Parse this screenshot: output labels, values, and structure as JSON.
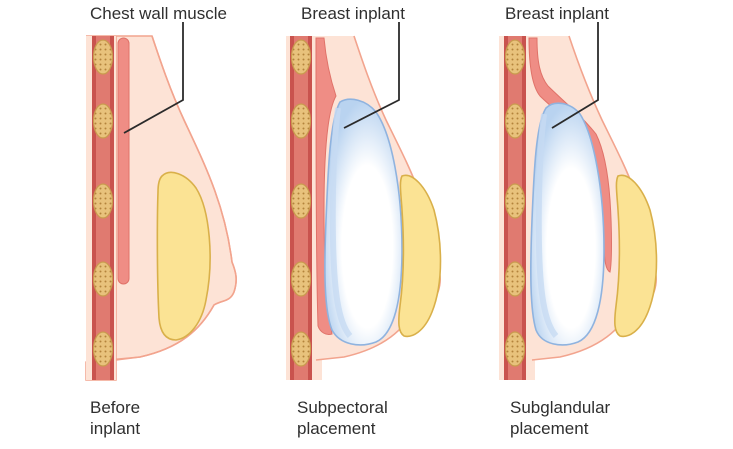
{
  "labels": {
    "chest_wall_muscle": "Chest wall muscle",
    "implant_subpectoral": "Breast inplant",
    "implant_subglandular": "Breast inplant"
  },
  "captions": {
    "before": "Before\ninplant",
    "subpectoral": "Subpectoral\nplacement",
    "subglandular": "Subglandular\nplacement"
  },
  "colors": {
    "background": "#ffffff",
    "skin": "#fde3d6",
    "skin_outline": "#f2a48e",
    "muscle": "#ef8d85",
    "muscle_outline": "#d9655f",
    "rib_wall": "#c9534e",
    "rib_fill": "#e8c27c",
    "gland": "#fbe394",
    "gland_outline": "#d9b04a",
    "implant_fill": "#ffffff",
    "implant_blue": "#a9c8ec",
    "implant_outline": "#8fb3df",
    "leader_line": "#2b2b2b",
    "text": "#2f2f2f"
  }
}
